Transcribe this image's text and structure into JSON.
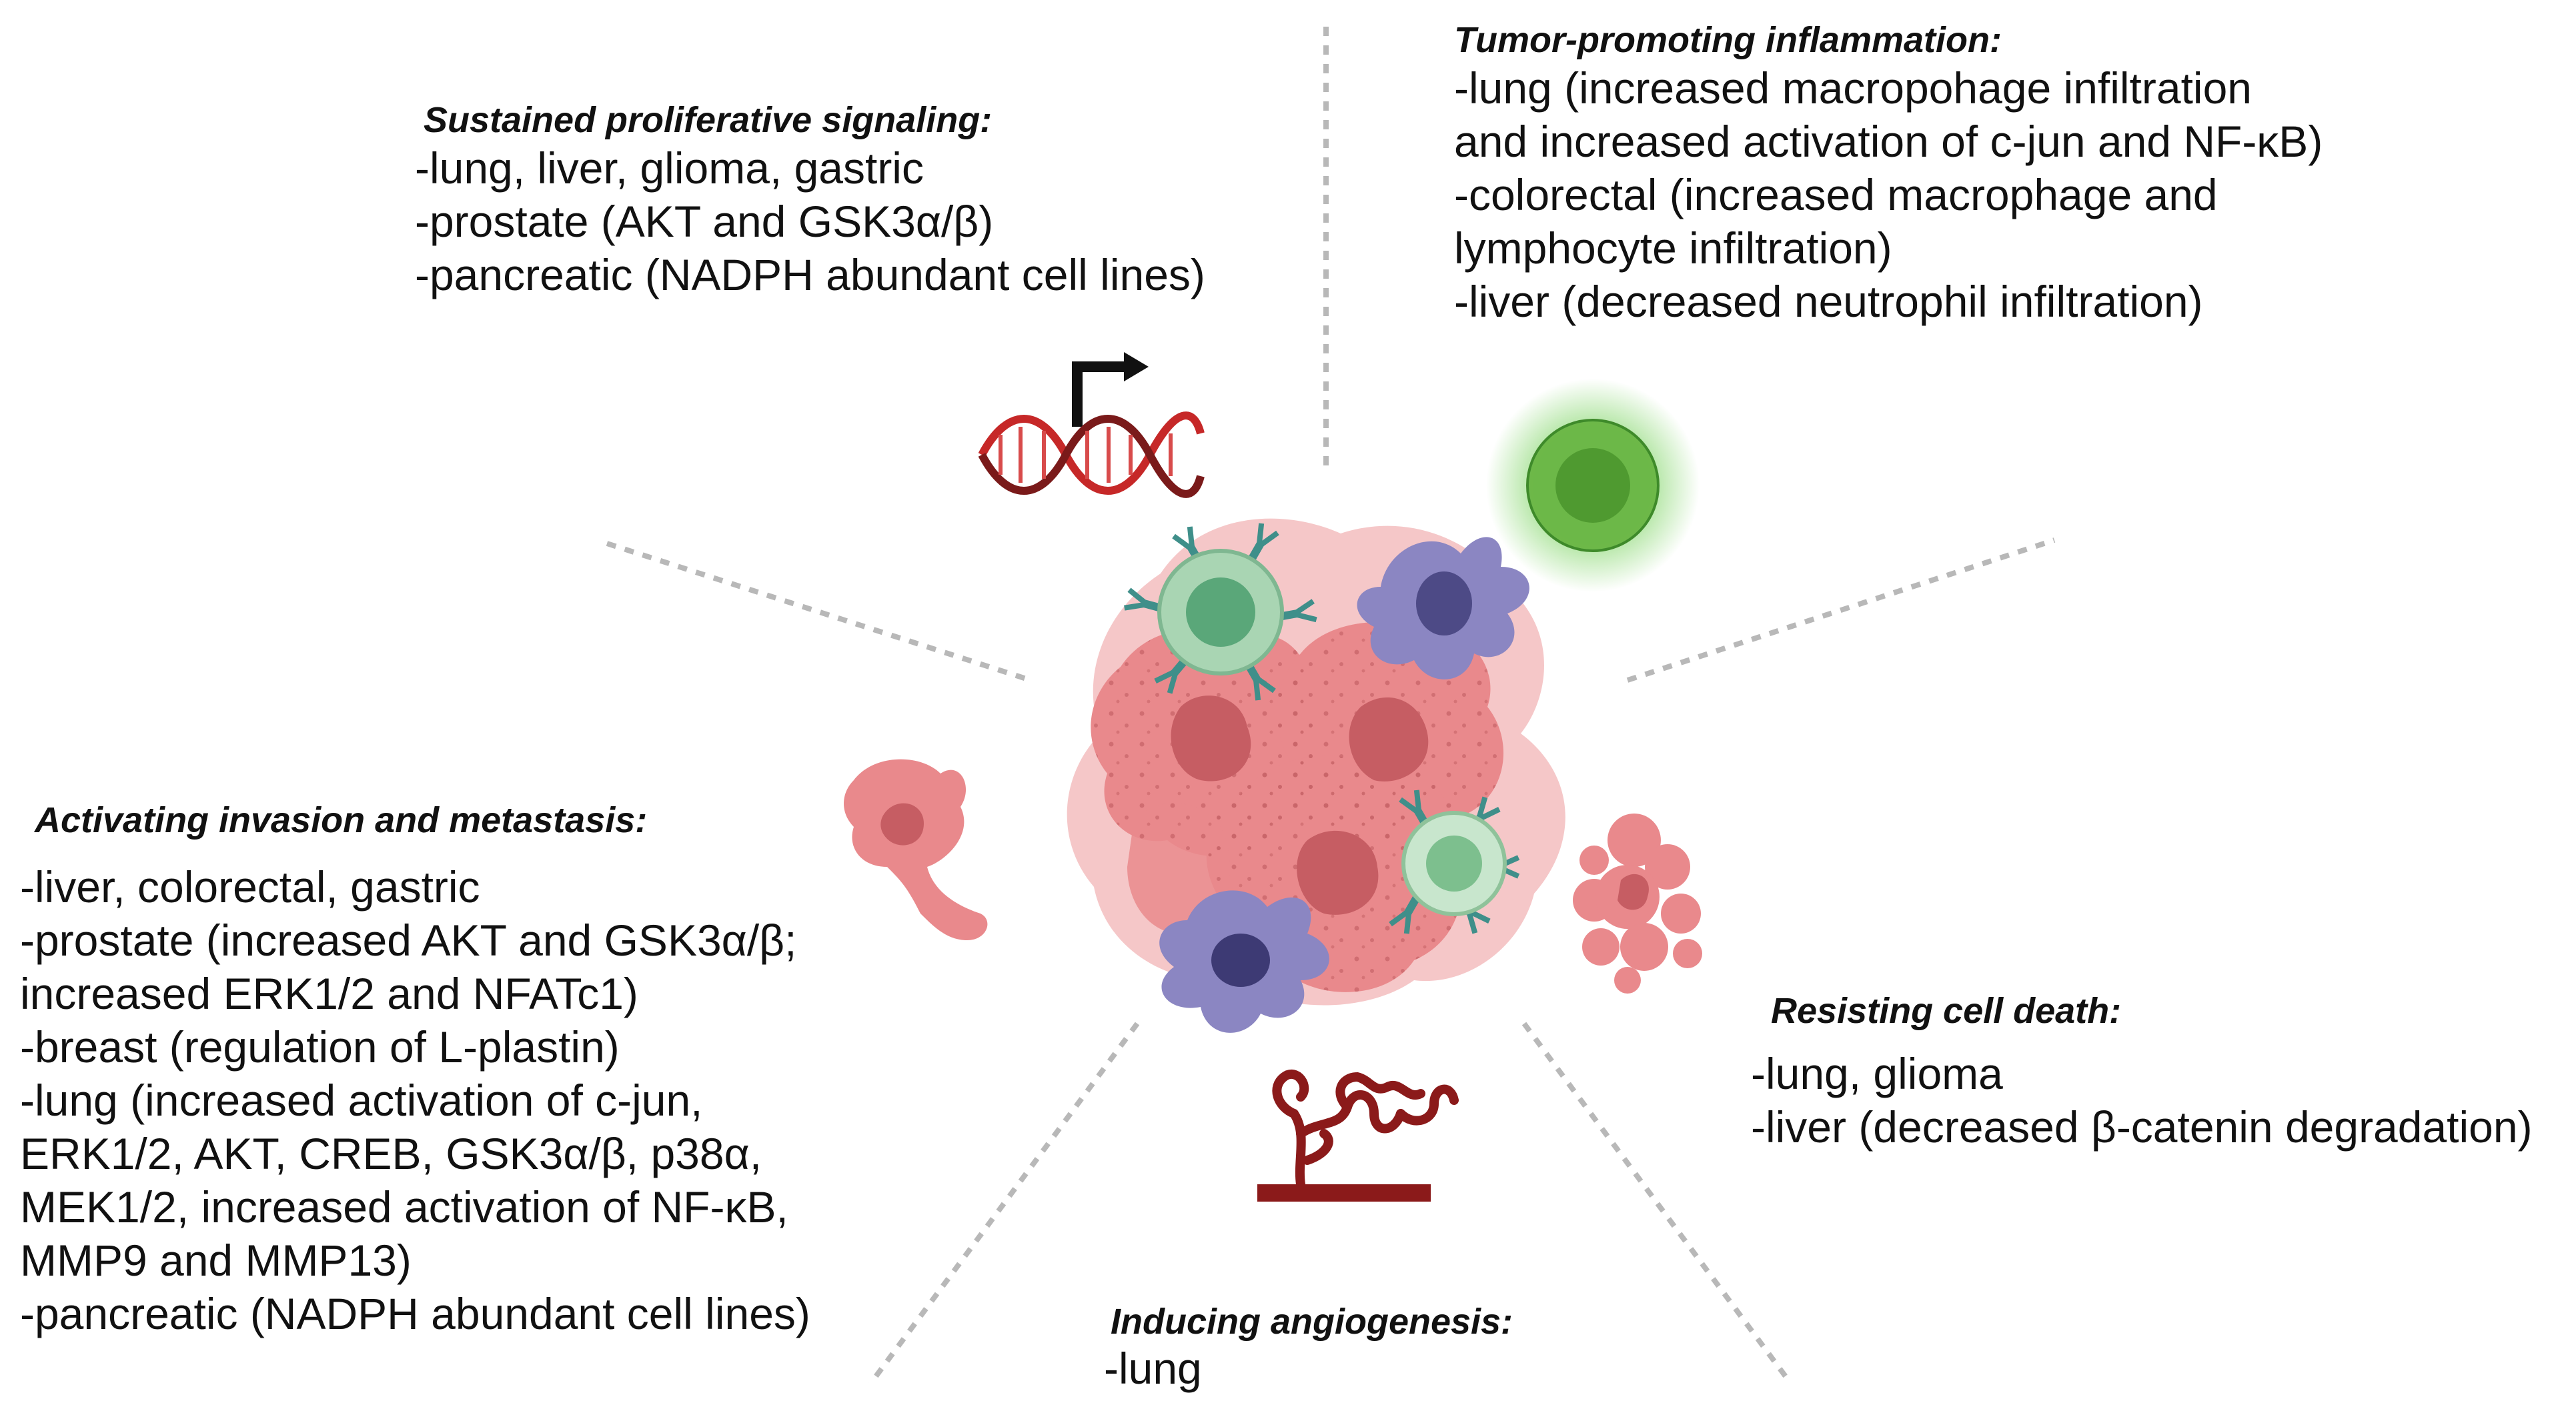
{
  "diagram": {
    "hallmarks": {
      "proliferative": {
        "title": "Sustained proliferative signaling:",
        "lines": [
          "-lung, liver, glioma, gastric",
          "-prostate (AKT and GSK3α/β)",
          "-pancreatic (NADPH abundant cell lines)"
        ]
      },
      "inflammation": {
        "title": "Tumor-promoting inflammation:",
        "lines": [
          "-lung (increased macropohage infiltration",
          "and increased activation of c-jun and NF-κB)",
          "-colorectal (increased macrophage and",
          "lymphocyte infiltration)",
          "-liver (decreased neutrophil infiltration)"
        ]
      },
      "invasion": {
        "title": "Activating invasion and metastasis:",
        "lines": [
          "-liver, colorectal, gastric",
          "-prostate (increased AKT and GSK3α/β;",
          "increased ERK1/2 and NFATc1)",
          "-breast (regulation of L-plastin)",
          "-lung (increased activation of c-jun,",
          "ERK1/2, AKT, CREB, GSK3α/β, p38α,",
          "MEK1/2, increased activation of NF-κB,",
          "MMP9 and MMP13)",
          "-pancreatic (NADPH abundant cell lines)"
        ]
      },
      "cell_death": {
        "title": "Resisting cell death:",
        "lines": [
          "-lung, glioma",
          "-liver (decreased β-catenin degradation)"
        ]
      },
      "angiogenesis": {
        "title": "Inducing angiogenesis:",
        "lines": [
          "-lung"
        ]
      }
    },
    "icons": [
      "dna-transcription-icon",
      "inflammatory-cell-icon",
      "tumor-cluster-icon",
      "metastatic-cell-icon",
      "apoptotic-cell-icon",
      "blood-vessel-icon"
    ],
    "colors": {
      "tumor": "#e9898c",
      "tumor_nucleus": "#c65d63",
      "t_cell": "#a9d5b3",
      "macrophage": "#8b86c2",
      "receptor": "#3f8f8a",
      "dna_red": "#c62828",
      "vessel": "#8b1a1a",
      "glow_green": "#6fcf52",
      "divider": "#b8b8b8"
    }
  }
}
